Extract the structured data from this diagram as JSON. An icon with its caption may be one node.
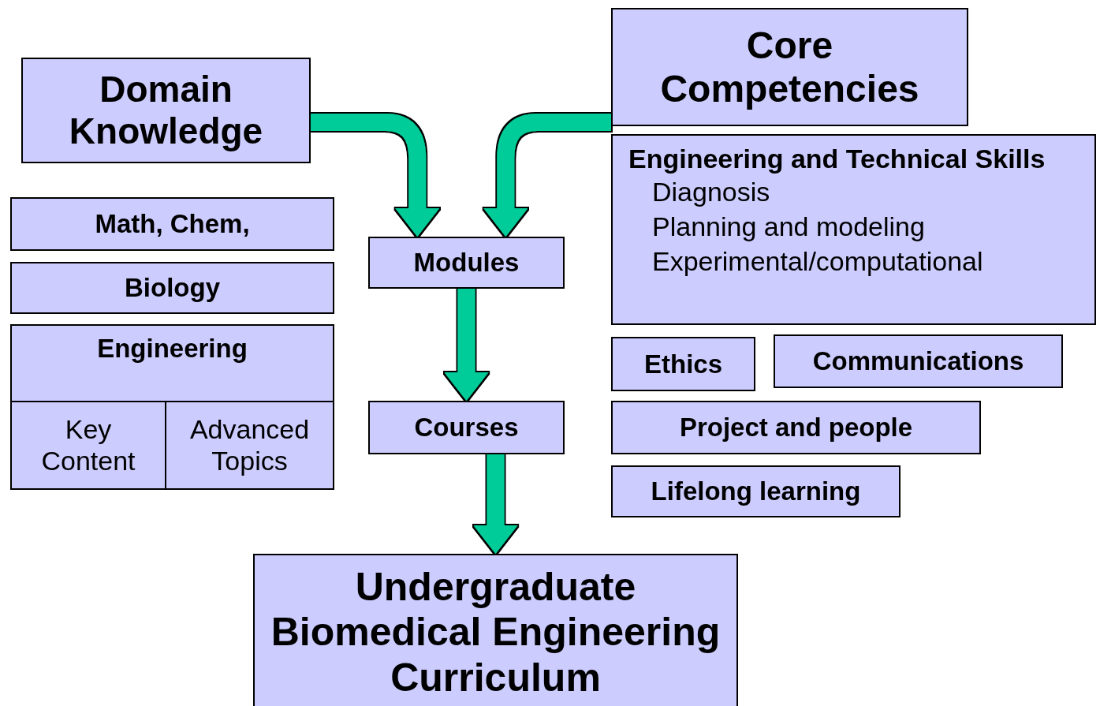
{
  "diagram": {
    "nodes": [
      {
        "text": [
          "Domain Knowledge"
        ]
      },
      {
        "text": [
          "Math, Chem,"
        ]
      },
      {
        "text": [
          "Biology"
        ]
      },
      {
        "text": [
          "Engineering"
        ]
      },
      {
        "text": [
          "Key Content"
        ],
        "in": 3
      },
      {
        "text": [
          "Advanced Topics"
        ],
        "in": 3
      },
      {
        "text": [
          "Modules"
        ]
      },
      {
        "text": [
          "Courses"
        ]
      },
      {
        "text": [
          "Undergraduate Biomedical Engineering Curriculum"
        ]
      },
      {
        "text": [
          "Core Competencies"
        ]
      },
      {
        "text": [
          "Engineering and Technical Skills",
          "Diagnosis",
          "Planning and modeling",
          "Experimental/computational"
        ]
      },
      {
        "text": [
          "Ethics"
        ]
      },
      {
        "text": [
          "Communications"
        ]
      },
      {
        "text": [
          "Project and people"
        ]
      },
      {
        "text": [
          "Lifelong learning"
        ]
      }
    ],
    "edges": [
      {
        "from": 0,
        "to": 6,
        "arrow": "to"
      },
      {
        "from": 9,
        "to": 6,
        "arrow": "to"
      },
      {
        "from": 6,
        "to": 7,
        "arrow": "to"
      },
      {
        "from": 7,
        "to": 8,
        "arrow": "to"
      }
    ]
  }
}
